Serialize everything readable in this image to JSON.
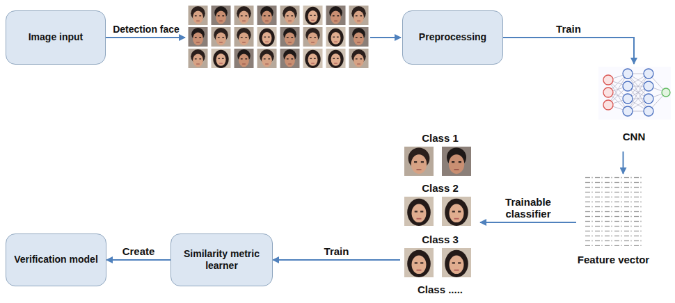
{
  "diagram": {
    "nodes": [
      {
        "text": [
          "Image input"
        ]
      },
      {
        "text": [
          "Preprocessing"
        ]
      },
      {
        "text": [
          "CNN"
        ]
      },
      {
        "text": [
          "Feature vector"
        ]
      },
      {
        "text": [
          "Class 1",
          "Class 2",
          "Class 3",
          "Class ....."
        ]
      },
      {
        "text": [
          "Similarity metric learner"
        ]
      },
      {
        "text": [
          "Verification model"
        ]
      }
    ],
    "edges": [
      {
        "from": 1,
        "to": 2,
        "label": "Train",
        "arrow": "to"
      },
      {
        "from": 2,
        "to": 3,
        "arrow": "to"
      },
      {
        "from": 3,
        "to": 4,
        "label": "Trainable classifier",
        "arrow": "to"
      },
      {
        "from": 4,
        "to": 5,
        "label": "Train",
        "arrow": "to"
      },
      {
        "from": 5,
        "to": 6,
        "label": "Create",
        "arrow": "to"
      }
    ],
    "labels": [
      "Detection face"
    ]
  }
}
